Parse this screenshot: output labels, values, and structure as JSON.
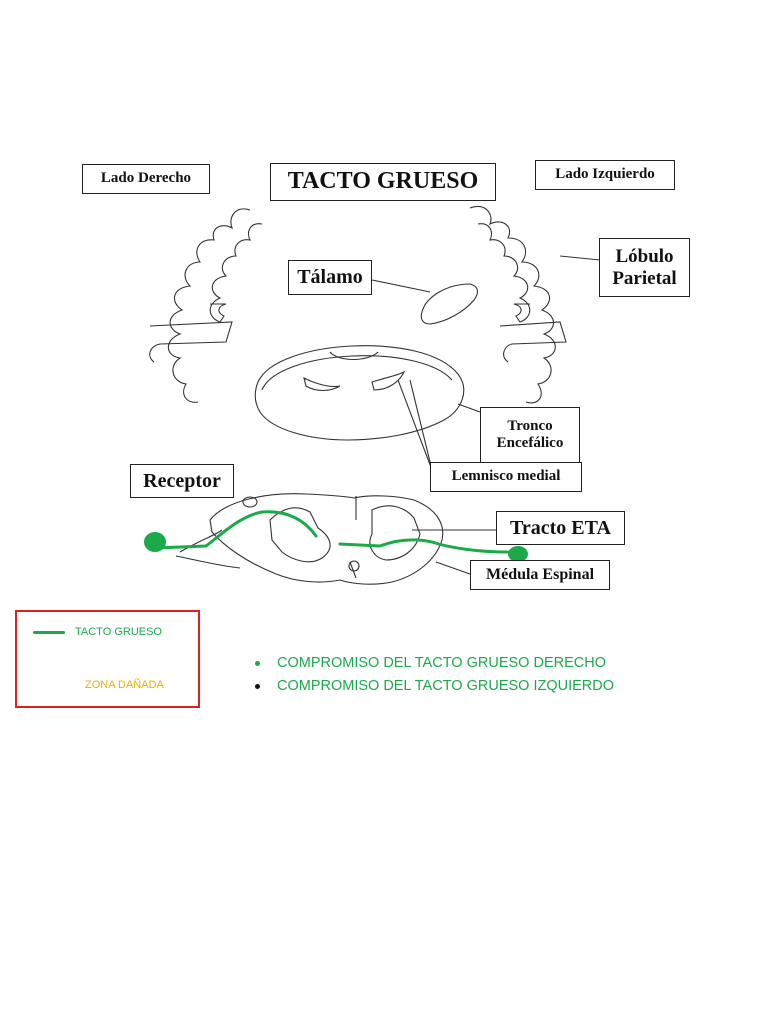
{
  "labels": {
    "right_side": "Lado Derecho",
    "title": "TACTO GRUESO",
    "left_side": "Lado Izquierdo",
    "thalamus": "Tálamo",
    "parietal_lobe": "Lóbulo Parietal",
    "brainstem": "Tronco Encefálico",
    "medial_lemniscus": "Lemnisco medial",
    "receptor": "Receptor",
    "eta_tract": "Tracto ETA",
    "spinal_cord": "Médula Espinal"
  },
  "legend": {
    "pathway": "TACTO GRUESO",
    "damaged_zone": "ZONA DAÑADA"
  },
  "bullets": [
    {
      "text": "COMPROMISO DEL TACTO GRUESO DERECHO",
      "bullet_color": "#1aaa4a"
    },
    {
      "text": "COMPROMISO DEL TACTO GRUESO IZQUIERDO",
      "bullet_color": "#111111"
    }
  ],
  "colors": {
    "pathway": "#1aaa4a",
    "legend_border": "#e02020",
    "damaged_zone": "#e8b000",
    "text": "#1aaa4a"
  }
}
